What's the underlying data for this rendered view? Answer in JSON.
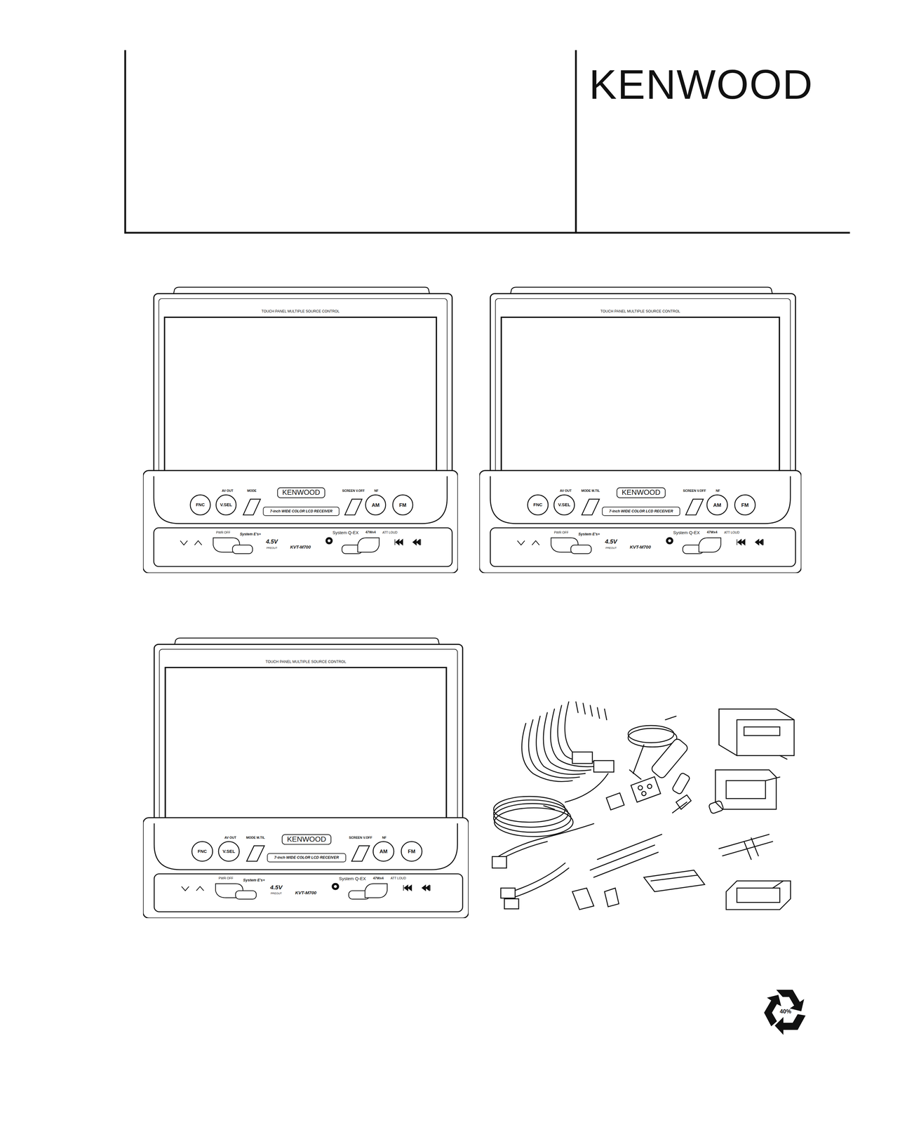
{
  "diagram": {
    "labels": [
      "KENWOOD",
      "TOUCH PANEL MULTIPLE SOURCE CONTROL",
      "AV OUT",
      "MODE",
      "KENWOOD",
      "7-inch WIDE COLOR LCD RECEIVER",
      "SCREEN V.OFF",
      "NF",
      "FNC",
      "V.SEL",
      "AM",
      "FM",
      "PWR OFF",
      "System E's+",
      "4.5V",
      "PREOUT",
      "KVT-M700",
      "System Q-EX",
      "47Wx4",
      "ATT LOUD",
      "TOUCH PANEL MULTIPLE SOURCE CONTROL",
      "AV OUT",
      "MODE M.TIL",
      "KENWOOD",
      "7-inch WIDE COLOR LCD RECEIVER",
      "SCREEN V.OFF",
      "NF",
      "FNC",
      "V.SEL",
      "AM",
      "FM",
      "PWR OFF",
      "System E's+",
      "4.5V",
      "PREOUT",
      "KVT-M700",
      "System Q-EX",
      "47Wx4",
      "ATT LOUD",
      "TOUCH PANEL MULTIPLE SOURCE CONTROL",
      "AV OUT",
      "MODE M.TIL",
      "KENWOOD",
      "7-inch WIDE COLOR LCD RECEIVER",
      "SCREEN V.OFF",
      "NF",
      "FNC",
      "V.SEL",
      "AM",
      "FM",
      "PWR OFF",
      "System E's+",
      "4.5V",
      "PREOUT",
      "KVT-M700",
      "System Q-EX",
      "47Wx4",
      "ATT LOUD",
      "40%"
    ]
  }
}
